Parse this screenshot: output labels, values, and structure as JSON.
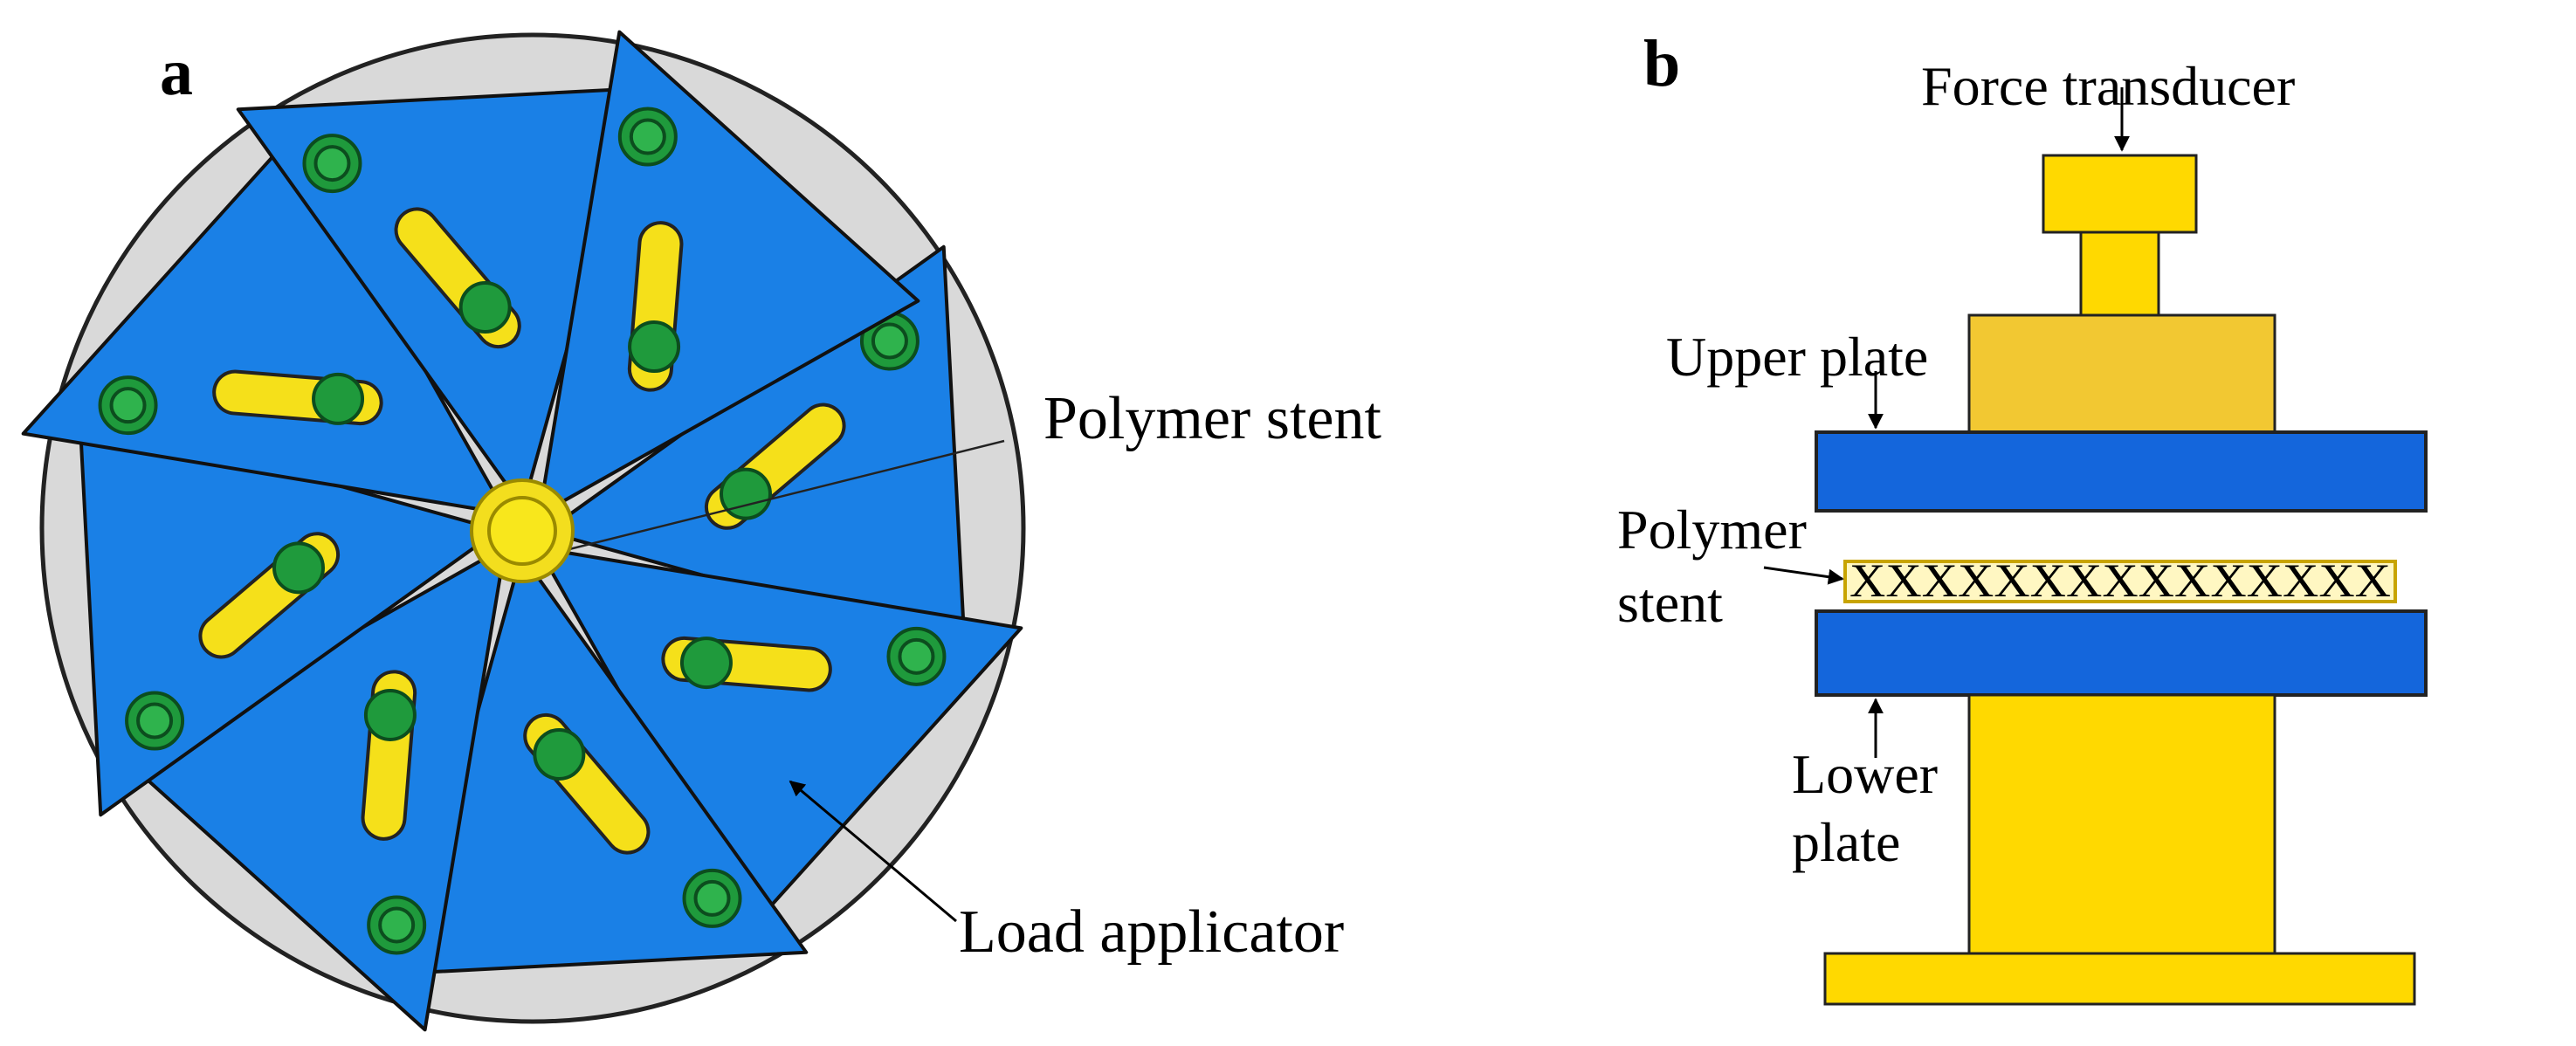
{
  "panels": {
    "a": {
      "label": "a",
      "annotations": {
        "polymer_stent": "Polymer stent",
        "load_applicator": "Load applicator"
      },
      "colors": {
        "housing": "#d9d9d9",
        "applicator": "#1a80e6",
        "slot": "#f5e01a",
        "pin": "#1f9a3c",
        "stent": "#f3de1e"
      }
    },
    "b": {
      "label": "b",
      "annotations": {
        "force_transducer": "Force transducer",
        "upper_plate": "Upper plate",
        "polymer_stent_line1": "Polymer",
        "polymer_stent_line2": "stent",
        "lower_plate_line1": "Lower",
        "lower_plate_line2": "plate",
        "stent_pattern": "XXXXXXXXXXXXXXX"
      },
      "colors": {
        "frame": "#ffd900",
        "block": "#f2c832",
        "plate": "#1466dc",
        "stent_fill": "#fff7c2",
        "stent_edge": "#c8a400"
      }
    }
  }
}
